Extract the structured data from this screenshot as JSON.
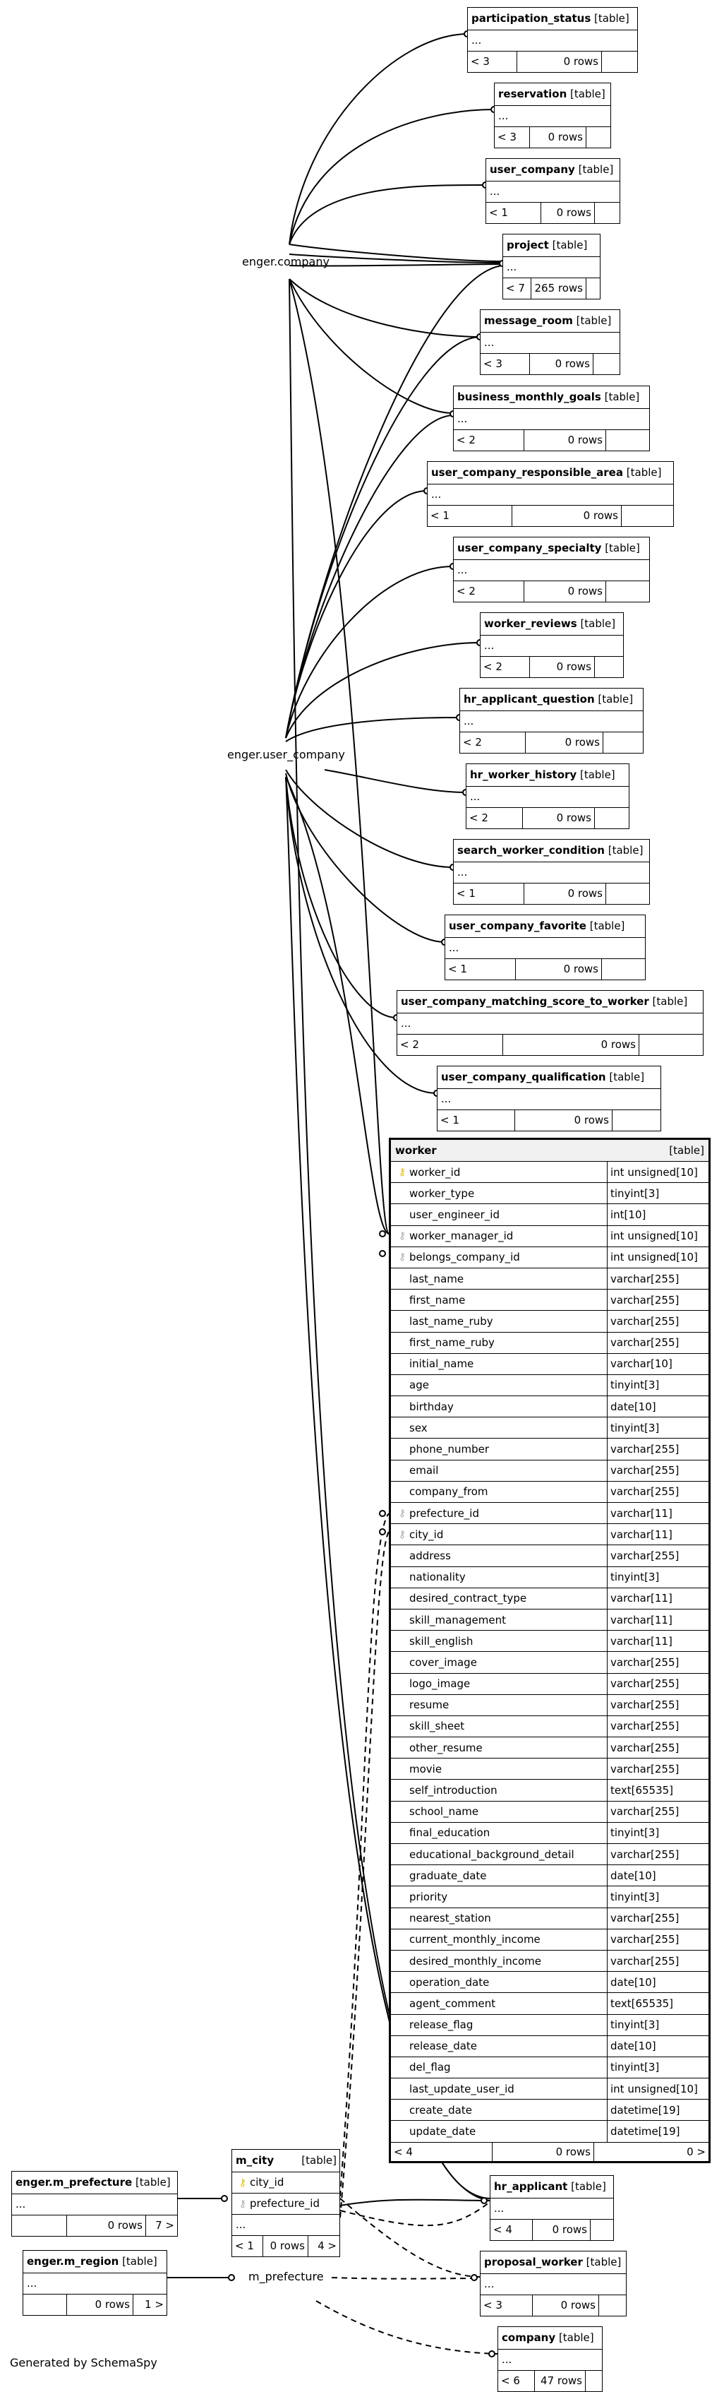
{
  "diagram": {
    "footer": "Generated by SchemaSpy",
    "labels": {
      "enger_company": "enger.company",
      "enger_user_company": "enger.user_company",
      "m_prefecture": "m_prefecture"
    },
    "tables": {
      "participation_status": {
        "name": "participation_status",
        "kind": "[table]",
        "row": "...",
        "parents": "< 3",
        "rows": "0 rows"
      },
      "reservation": {
        "name": "reservation",
        "kind": "[table]",
        "row": "...",
        "parents": "< 3",
        "rows": "0 rows"
      },
      "user_company": {
        "name": "user_company",
        "kind": "[table]",
        "row": "...",
        "parents": "< 1",
        "rows": "0 rows"
      },
      "project": {
        "name": "project",
        "kind": "[table]",
        "row": "...",
        "parents": "< 7",
        "rows": "265 rows"
      },
      "message_room": {
        "name": "message_room",
        "kind": "[table]",
        "row": "...",
        "parents": "< 3",
        "rows": "0 rows"
      },
      "business_monthly_goals": {
        "name": "business_monthly_goals",
        "kind": "[table]",
        "row": "...",
        "parents": "< 2",
        "rows": "0 rows"
      },
      "user_company_responsible_area": {
        "name": "user_company_responsible_area",
        "kind": "[table]",
        "row": "...",
        "parents": "< 1",
        "rows": "0 rows"
      },
      "user_company_specialty": {
        "name": "user_company_specialty",
        "kind": "[table]",
        "row": "...",
        "parents": "< 2",
        "rows": "0 rows"
      },
      "worker_reviews": {
        "name": "worker_reviews",
        "kind": "[table]",
        "row": "...",
        "parents": "< 2",
        "rows": "0 rows"
      },
      "hr_applicant_question": {
        "name": "hr_applicant_question",
        "kind": "[table]",
        "row": "...",
        "parents": "< 2",
        "rows": "0 rows"
      },
      "hr_worker_history": {
        "name": "hr_worker_history",
        "kind": "[table]",
        "row": "...",
        "parents": "< 2",
        "rows": "0 rows"
      },
      "search_worker_condition": {
        "name": "search_worker_condition",
        "kind": "[table]",
        "row": "...",
        "parents": "< 1",
        "rows": "0 rows"
      },
      "user_company_favorite": {
        "name": "user_company_favorite",
        "kind": "[table]",
        "row": "...",
        "parents": "< 1",
        "rows": "0 rows"
      },
      "user_company_matching_score_to_worker": {
        "name": "user_company_matching_score_to_worker",
        "kind": "[table]",
        "row": "...",
        "parents": "< 2",
        "rows": "0 rows"
      },
      "user_company_qualification": {
        "name": "user_company_qualification",
        "kind": "[table]",
        "row": "...",
        "parents": "< 1",
        "rows": "0 rows"
      },
      "hr_applicant": {
        "name": "hr_applicant",
        "kind": "[table]",
        "row": "...",
        "parents": "< 4",
        "rows": "0 rows"
      },
      "proposal_worker": {
        "name": "proposal_worker",
        "kind": "[table]",
        "row": "...",
        "parents": "< 3",
        "rows": "0 rows"
      },
      "company": {
        "name": "company",
        "kind": "[table]",
        "row": "...",
        "parents": "< 6",
        "rows": "47 rows"
      },
      "m_prefecture": {
        "name": "enger.m_prefecture",
        "kind": "[table]",
        "row": "...",
        "parents": "",
        "rows": "0 rows",
        "children": "7 >"
      },
      "m_region": {
        "name": "enger.m_region",
        "kind": "[table]",
        "row": "...",
        "parents": "",
        "rows": "0 rows",
        "children": "1 >"
      },
      "m_city": {
        "name": "m_city",
        "kind": "[table]",
        "col1": "city_id",
        "col2": "prefecture_id",
        "row": "...",
        "parents": "< 1",
        "rows": "0 rows",
        "children": "4 >"
      }
    },
    "worker": {
      "name": "worker",
      "kind": "[table]",
      "footer": {
        "parents": "< 4",
        "rows": "0 rows",
        "children": "0 >"
      },
      "columns": [
        {
          "name": "worker_id",
          "type": "int unsigned[10]",
          "key": "pk"
        },
        {
          "name": "worker_type",
          "type": "tinyint[3]",
          "key": ""
        },
        {
          "name": "user_engineer_id",
          "type": "int[10]",
          "key": ""
        },
        {
          "name": "worker_manager_id",
          "type": "int unsigned[10]",
          "key": "fk"
        },
        {
          "name": "belongs_company_id",
          "type": "int unsigned[10]",
          "key": "fk"
        },
        {
          "name": "last_name",
          "type": "varchar[255]",
          "key": ""
        },
        {
          "name": "first_name",
          "type": "varchar[255]",
          "key": ""
        },
        {
          "name": "last_name_ruby",
          "type": "varchar[255]",
          "key": ""
        },
        {
          "name": "first_name_ruby",
          "type": "varchar[255]",
          "key": ""
        },
        {
          "name": "initial_name",
          "type": "varchar[10]",
          "key": ""
        },
        {
          "name": "age",
          "type": "tinyint[3]",
          "key": ""
        },
        {
          "name": "birthday",
          "type": "date[10]",
          "key": ""
        },
        {
          "name": "sex",
          "type": "tinyint[3]",
          "key": ""
        },
        {
          "name": "phone_number",
          "type": "varchar[255]",
          "key": ""
        },
        {
          "name": "email",
          "type": "varchar[255]",
          "key": ""
        },
        {
          "name": "company_from",
          "type": "varchar[255]",
          "key": ""
        },
        {
          "name": "prefecture_id",
          "type": "varchar[11]",
          "key": "fk"
        },
        {
          "name": "city_id",
          "type": "varchar[11]",
          "key": "fk"
        },
        {
          "name": "address",
          "type": "varchar[255]",
          "key": ""
        },
        {
          "name": "nationality",
          "type": "tinyint[3]",
          "key": ""
        },
        {
          "name": "desired_contract_type",
          "type": "varchar[11]",
          "key": ""
        },
        {
          "name": "skill_management",
          "type": "varchar[11]",
          "key": ""
        },
        {
          "name": "skill_english",
          "type": "varchar[11]",
          "key": ""
        },
        {
          "name": "cover_image",
          "type": "varchar[255]",
          "key": ""
        },
        {
          "name": "logo_image",
          "type": "varchar[255]",
          "key": ""
        },
        {
          "name": "resume",
          "type": "varchar[255]",
          "key": ""
        },
        {
          "name": "skill_sheet",
          "type": "varchar[255]",
          "key": ""
        },
        {
          "name": "other_resume",
          "type": "varchar[255]",
          "key": ""
        },
        {
          "name": "movie",
          "type": "varchar[255]",
          "key": ""
        },
        {
          "name": "self_introduction",
          "type": "text[65535]",
          "key": ""
        },
        {
          "name": "school_name",
          "type": "varchar[255]",
          "key": ""
        },
        {
          "name": "final_education",
          "type": "tinyint[3]",
          "key": ""
        },
        {
          "name": "educational_background_detail",
          "type": "varchar[255]",
          "key": ""
        },
        {
          "name": "graduate_date",
          "type": "date[10]",
          "key": ""
        },
        {
          "name": "priority",
          "type": "tinyint[3]",
          "key": ""
        },
        {
          "name": "nearest_station",
          "type": "varchar[255]",
          "key": ""
        },
        {
          "name": "current_monthly_income",
          "type": "varchar[255]",
          "key": ""
        },
        {
          "name": "desired_monthly_income",
          "type": "varchar[255]",
          "key": ""
        },
        {
          "name": "operation_date",
          "type": "date[10]",
          "key": ""
        },
        {
          "name": "agent_comment",
          "type": "text[65535]",
          "key": ""
        },
        {
          "name": "release_flag",
          "type": "tinyint[3]",
          "key": ""
        },
        {
          "name": "release_date",
          "type": "date[10]",
          "key": ""
        },
        {
          "name": "del_flag",
          "type": "tinyint[3]",
          "key": ""
        },
        {
          "name": "last_update_user_id",
          "type": "int unsigned[10]",
          "key": ""
        },
        {
          "name": "create_date",
          "type": "datetime[19]",
          "key": ""
        },
        {
          "name": "update_date",
          "type": "datetime[19]",
          "key": ""
        }
      ]
    }
  }
}
